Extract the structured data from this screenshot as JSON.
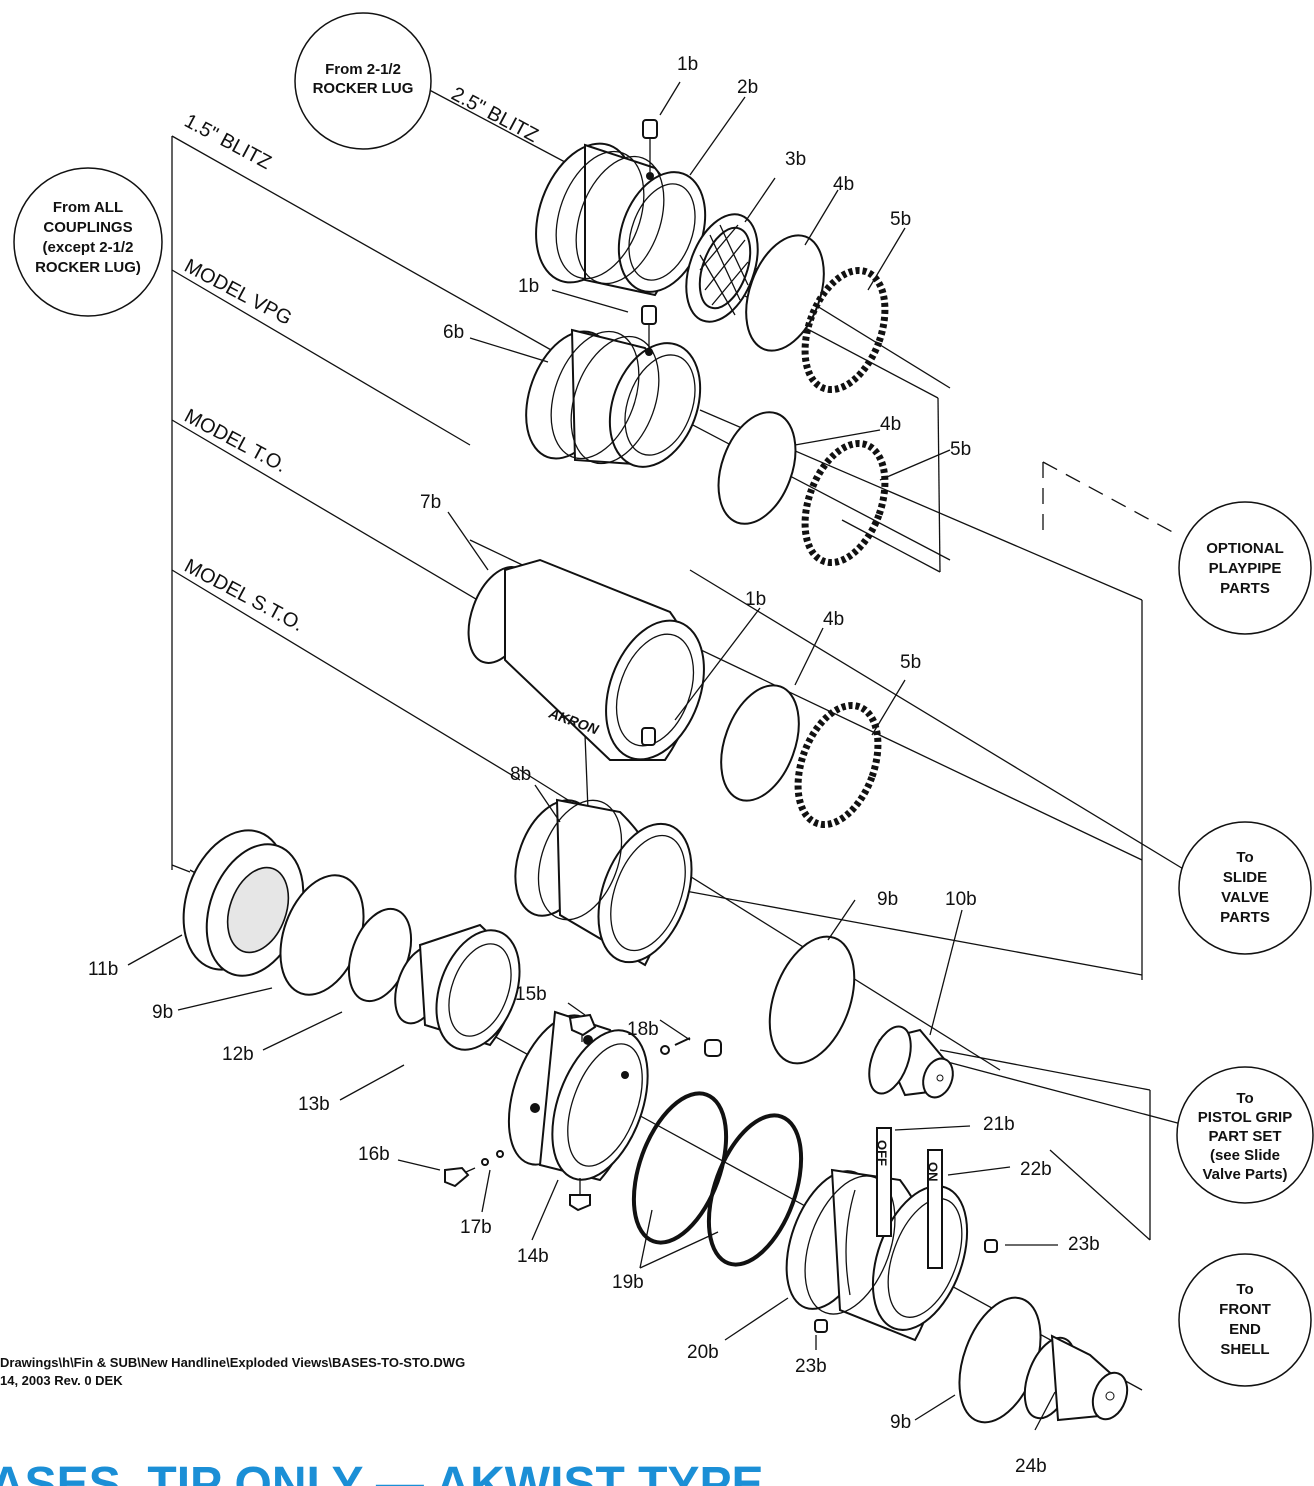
{
  "callouts": {
    "from_rocker_lug": [
      "From 2-1/2",
      "ROCKER LUG"
    ],
    "from_all_couplings": [
      "From ALL",
      "COUPLINGS",
      "(except 2-1/2",
      "ROCKER LUG)"
    ],
    "optional_playpipe": [
      "OPTIONAL",
      "PLAYPIPE",
      "PARTS"
    ],
    "to_slide_valve": [
      "To",
      "SLIDE",
      "VALVE",
      "PARTS"
    ],
    "to_pistol_grip": [
      "To",
      "PISTOL GRIP",
      "PART SET",
      "(see Slide",
      "Valve Parts)"
    ],
    "to_front_end": [
      "To",
      "FRONT",
      "END",
      "SHELL"
    ]
  },
  "models": {
    "blitz_25": "2.5\" BLITZ",
    "blitz_15": "1.5\" BLITZ",
    "vpg": "MODEL VPG",
    "to": "MODEL T.O.",
    "sto": "MODEL S.T.O."
  },
  "part_labels": {
    "p1b_a": "1b",
    "p2b": "2b",
    "p3b": "3b",
    "p4b_a": "4b",
    "p5b_a": "5b",
    "p1b_b": "1b",
    "p6b": "6b",
    "p4b_b": "4b",
    "p5b_b": "5b",
    "p7b": "7b",
    "p1b_c": "1b",
    "p4b_c": "4b",
    "p5b_c": "5b",
    "p8b": "8b",
    "p9b_a": "9b",
    "p10b": "10b",
    "p11b": "11b",
    "p9b_b": "9b",
    "p12b": "12b",
    "p13b": "13b",
    "p14b": "14b",
    "p15b": "15b",
    "p16b": "16b",
    "p17b": "17b",
    "p18b": "18b",
    "p19b": "19b",
    "p20b": "20b",
    "p21b": "21b",
    "p22b": "22b",
    "p23b_a": "23b",
    "p23b_b": "23b",
    "p9b_c": "9b",
    "p24b": "24b"
  },
  "ring_marks": {
    "off": "OFF",
    "on": "ON"
  },
  "logo_text": "AKRON",
  "file_path": "Drawings\\h\\Fin & SUB\\New Handline\\Exploded Views\\BASES-TO-STO.DWG",
  "file_rev": "14, 2003 Rev. 0 DEK",
  "title": "ASES, TIP ONLY — AKWIST TYPE",
  "colors": {
    "title": "#1b8fd6",
    "ink": "#111111"
  }
}
